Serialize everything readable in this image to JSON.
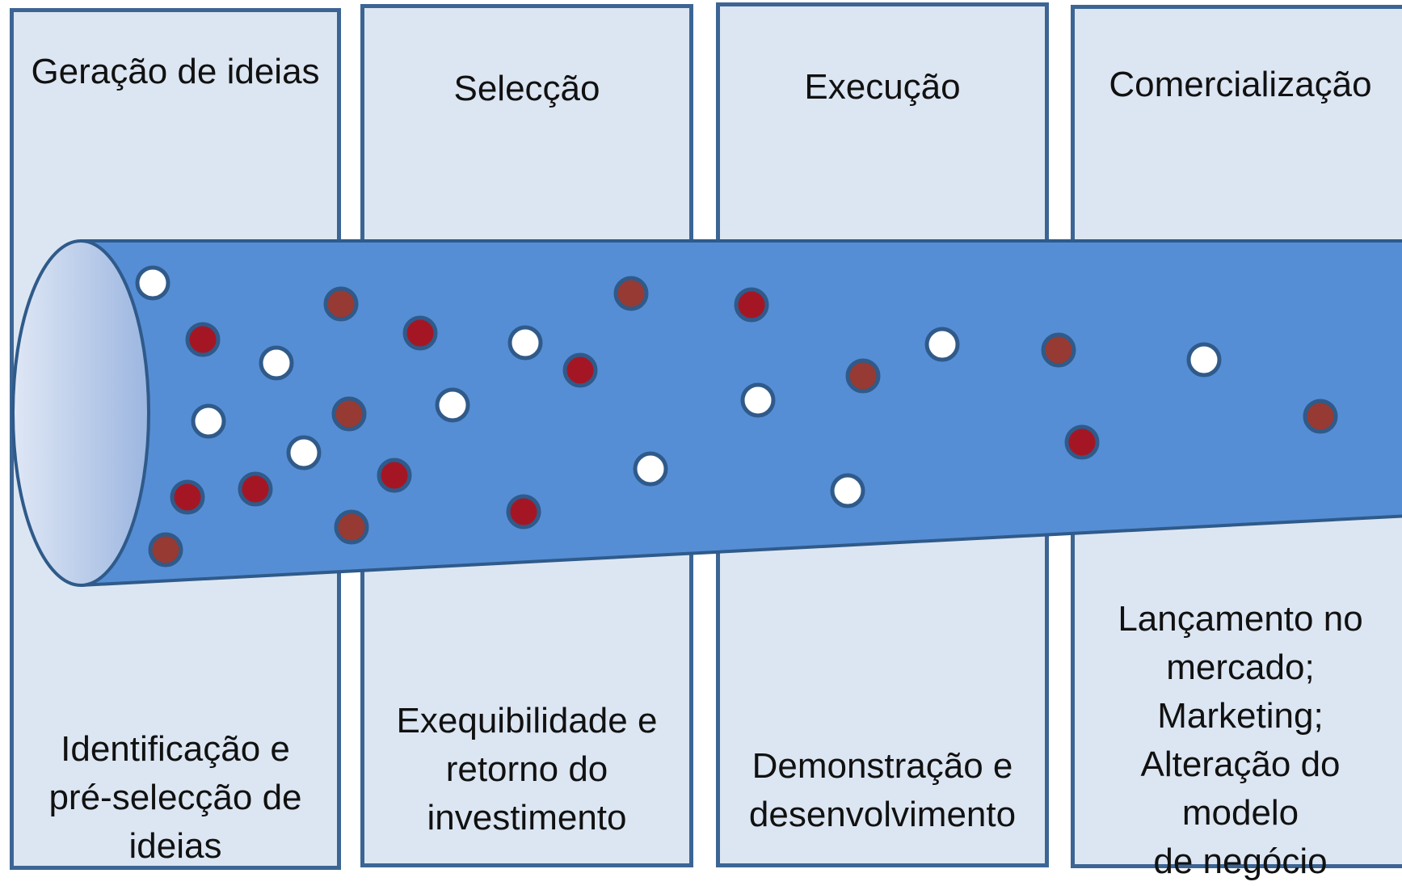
{
  "stages": [
    {
      "title": "Geração de ideias",
      "description": [
        "Identificação e",
        "pré-selecção de",
        "ideias"
      ]
    },
    {
      "title": "Selecção",
      "description": [
        "Exequibilidade e",
        "retorno do",
        "investimento"
      ]
    },
    {
      "title": "Execução",
      "description": [
        "Demonstração e",
        "desenvolvimento"
      ]
    },
    {
      "title": "Comercialização",
      "description": [
        "Lançamento no",
        "mercado;",
        "Marketing;",
        "Alteração do",
        "modelo",
        "de negócio"
      ]
    }
  ],
  "colors": {
    "box_fill": "#dce6f2",
    "box_border": "#3c6594",
    "pipe_fill": "#558ed5",
    "pipe_border": "#2f5a8a",
    "idea_white": "#ffffff",
    "idea_red_a": "#a51625",
    "idea_red_b": "#963a33"
  }
}
